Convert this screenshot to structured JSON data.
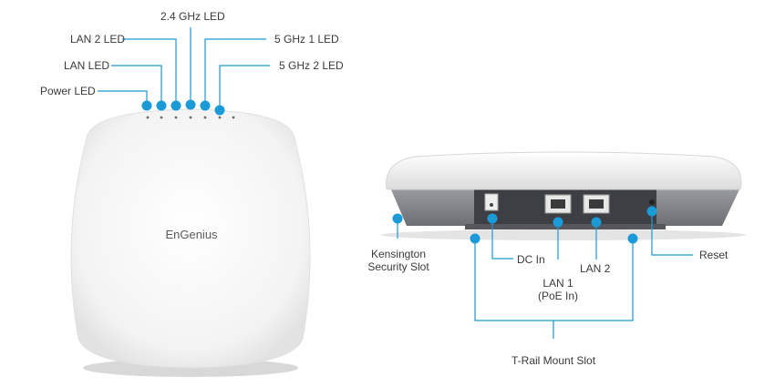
{
  "front": {
    "labels": {
      "ghz24": "2.4 GHz LED",
      "lan2": "LAN 2 LED",
      "ghz5_1": "5 GHz 1 LED",
      "lan": "LAN LED",
      "ghz5_2": "5 GHz 2 LED",
      "power": "Power LED"
    },
    "logo": "EnGenius"
  },
  "back": {
    "labels": {
      "kensington_1": "Kensington",
      "kensington_2": "Security Slot",
      "dc_in": "DC In",
      "lan2": "LAN 2",
      "reset": "Reset",
      "lan1_1": "LAN 1",
      "lan1_2": "(PoE In)",
      "trail": "T-Rail Mount Slot"
    }
  },
  "colors": {
    "accent": "#1a9ad6",
    "device": "#f2f2f2",
    "port_panel": "#3d3f45",
    "text": "#3a3a3a"
  }
}
